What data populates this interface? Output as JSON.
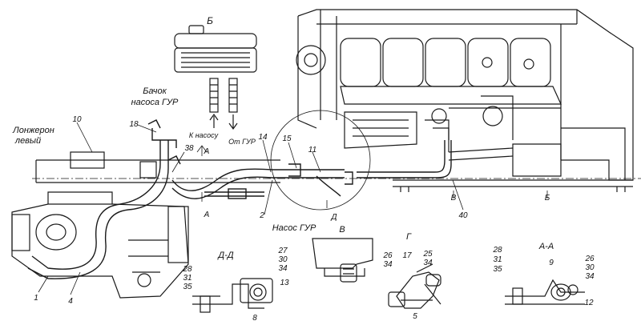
{
  "labels": {
    "b_view": "Б",
    "tank_line1": "Бачок",
    "tank_line2": "насоса ГУР",
    "to_pump": "К насосу",
    "from_gur": "От ГУР",
    "longeron_line1": "Лонжерон",
    "longeron_line2": "левый",
    "n10": "10",
    "n18": "18",
    "n38": "38",
    "n14": "14",
    "n15": "15",
    "n11": "11",
    "n2": "2",
    "n1": "1",
    "n4": "4",
    "n40": "40",
    "sec_a_top": "А",
    "sec_a_bot": "А",
    "sec_d_mark": "Д",
    "sec_b_mark": "Б",
    "sec_v_mark": "В",
    "pump_label": "Насос ГУР",
    "view_v": "В",
    "view_g": "Г",
    "view_dd": "Д-Д",
    "view_aa": "А-А",
    "dd_left": [
      "28",
      "31",
      "35"
    ],
    "dd_right": [
      "27",
      "30",
      "34"
    ],
    "dd_13": "13",
    "dd_8": "8",
    "g_left": [
      "26",
      "34"
    ],
    "g_17": "17",
    "g_right": [
      "25",
      "34"
    ],
    "g_5": "5",
    "aa_left": [
      "28",
      "31",
      "35"
    ],
    "aa_9": "9",
    "aa_right": [
      "26",
      "30",
      "34"
    ],
    "aa_12": "12"
  }
}
